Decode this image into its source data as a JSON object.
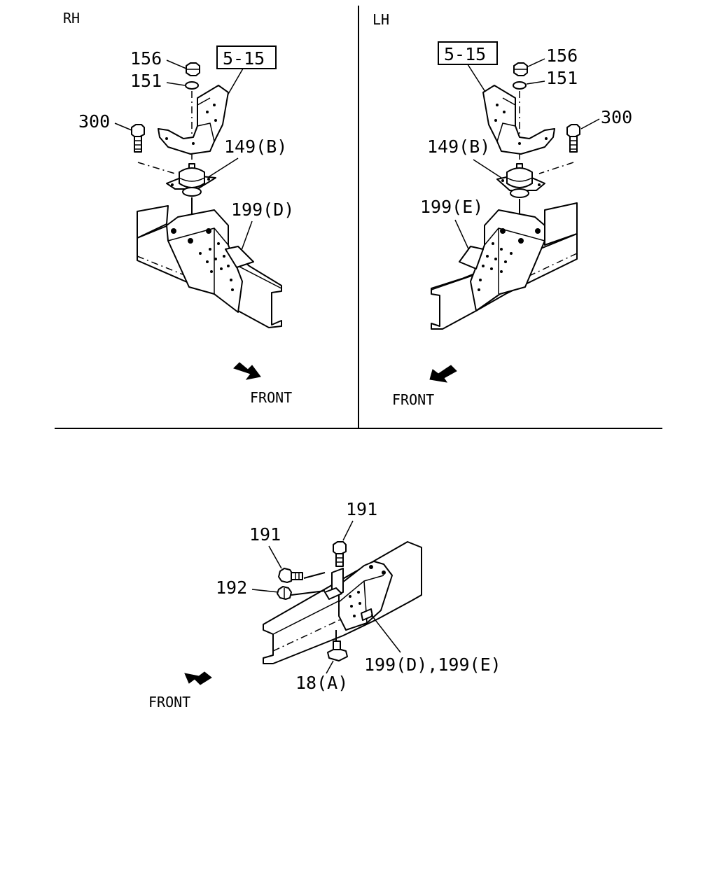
{
  "colors": {
    "ink": "#000000",
    "paper": "#ffffff"
  },
  "panels": {
    "rh": {
      "side_label": "RH",
      "ref_box": "5-15",
      "labels": {
        "nut": "156",
        "washer": "151",
        "bolt": "300",
        "mount": "149(B)",
        "bracket": "199(D)"
      },
      "front": "FRONT"
    },
    "lh": {
      "side_label": "LH",
      "ref_box": "5-15",
      "labels": {
        "nut": "156",
        "washer": "151",
        "bolt": "300",
        "mount": "149(B)",
        "bracket": "199(E)"
      },
      "front": "FRONT"
    },
    "bottom": {
      "labels": {
        "bolt_top": "191",
        "bolt_side": "191",
        "nut_side": "192",
        "bracket": "199(D),199(E)",
        "bottom_part": "18(A)"
      },
      "front": "FRONT"
    }
  }
}
